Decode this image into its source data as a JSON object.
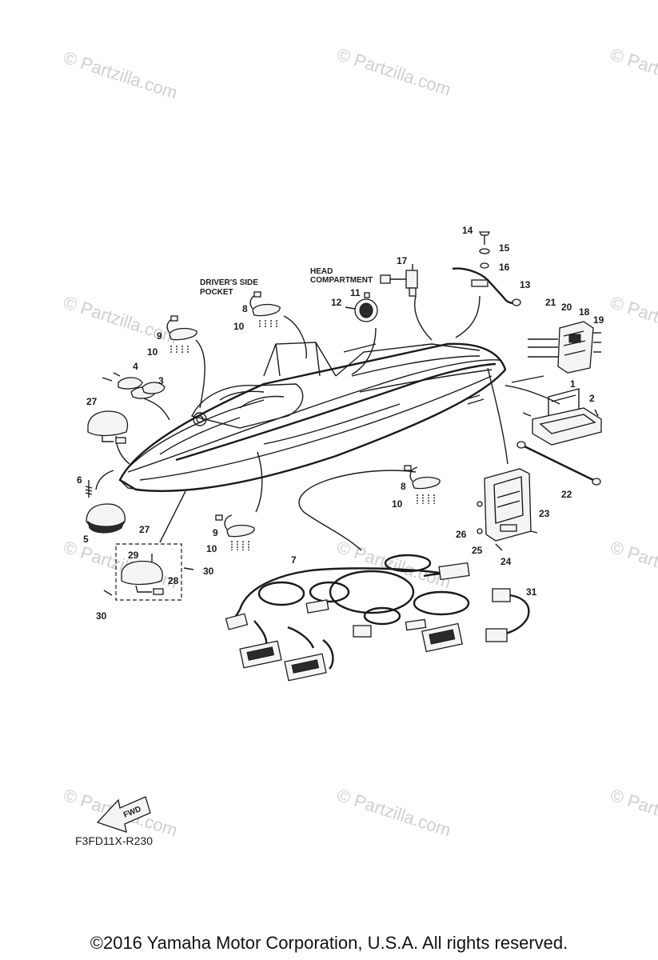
{
  "watermark": "© Partzilla.com",
  "notes": {
    "drivers_side_pocket_1": "DRIVER'S SIDE",
    "drivers_side_pocket_2": "POCKET",
    "head_compartment_1": "HEAD",
    "head_compartment_2": "COMPARTMENT",
    "fwd": "FWD"
  },
  "callouts": {
    "c1": "1",
    "c2": "2",
    "c3": "3",
    "c4": "4",
    "c5": "5",
    "c6": "6",
    "c7": "7",
    "c8a": "8",
    "c8b": "8",
    "c9a": "9",
    "c9b": "9",
    "c10a": "10",
    "c10b": "10",
    "c10c": "10",
    "c10d": "10",
    "c11": "11",
    "c12": "12",
    "c13": "13",
    "c14": "14",
    "c15": "15",
    "c16": "16",
    "c17": "17",
    "c18": "18",
    "c19": "19",
    "c20": "20",
    "c21": "21",
    "c22": "22",
    "c23": "23",
    "c24": "24",
    "c25": "25",
    "c26": "26",
    "c27a": "27",
    "c27b": "27",
    "c28": "28",
    "c29": "29",
    "c30a": "30",
    "c30b": "30",
    "c31": "31"
  },
  "diagram_code": "F3FD11X-R230",
  "copyright": "©2016  Yamaha Motor Corporation, U.S.A. All rights reserved."
}
